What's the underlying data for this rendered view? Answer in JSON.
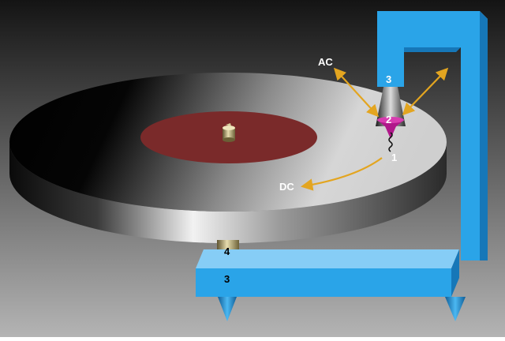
{
  "labels": {
    "ac": "AC",
    "dc": "DC",
    "stylus": "1",
    "cartridge": "2",
    "frame_top": "3",
    "spindle_bearing": "4",
    "frame_base": "3"
  },
  "colors": {
    "frame": "#2aa4e8",
    "frame_light": "#86cdf6",
    "frame_dark": "#1677b8",
    "label_disc": "#7a2a2a",
    "arrow": "#e3a520",
    "cartridge_magenta": "#b0188a",
    "spindle": "#b5a876"
  }
}
